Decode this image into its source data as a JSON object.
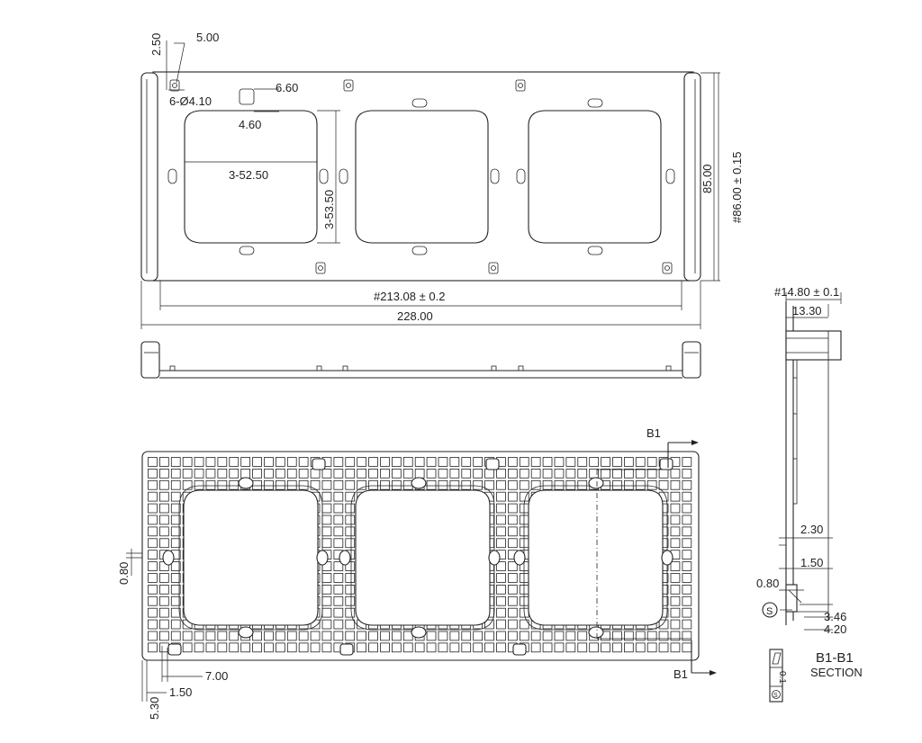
{
  "top_view": {
    "dim_2_50": "2.50",
    "dim_5_00": "5.00",
    "dim_holes": "6-Ø4.10",
    "dim_6_60": "6.60",
    "dim_4_60": "4.60",
    "dim_3_52_50": "3-52.50",
    "dim_3_53_50": "3-53.50",
    "dim_85_00": "85.00",
    "dim_86_00": "#86.00 ± 0.15",
    "dim_213_08": "#213.08 ± 0.2",
    "dim_228_00": "228.00"
  },
  "bottom_view": {
    "dim_0_80": "0.80",
    "dim_7_00": "7.00",
    "dim_1_50": "1.50",
    "dim_5_30": "5.30",
    "section_mark_top": "B1",
    "section_mark_bottom": "B1"
  },
  "section_view": {
    "dim_14_80": "#14.80 ± 0.1",
    "dim_13_30": "13.30",
    "dim_2_30": "2.30",
    "dim_1_50": "1.50",
    "dim_0_80": "0.80",
    "dim_3_46": "3.46",
    "dim_4_20": "4.20",
    "symbol_s": "S",
    "title": "B1-B1",
    "subtitle": "SECTION",
    "flatness_value": "0.1",
    "flatness_symbol": "S"
  }
}
